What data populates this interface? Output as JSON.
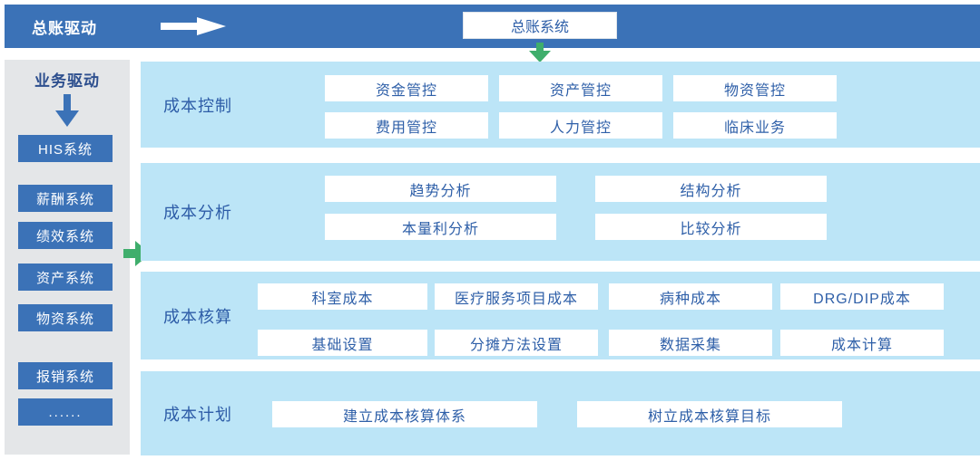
{
  "top_bar": {
    "title": "总账驱动",
    "system_box": "总账系统"
  },
  "sidebar": {
    "title": "业务驱动",
    "items": [
      "HIS系统",
      "薪酬系统",
      "绩效系统",
      "资产系统",
      "物资系统",
      "报销系统",
      "......"
    ]
  },
  "rows": [
    {
      "label": "成本控制",
      "boxes": [
        "资金管控",
        "资产管控",
        "物资管控",
        "费用管控",
        "人力管控",
        "临床业务"
      ]
    },
    {
      "label": "成本分析",
      "boxes": [
        "趋势分析",
        "结构分析",
        "本量利分析",
        "比较分析"
      ]
    },
    {
      "label": "成本核算",
      "boxes": [
        "科室成本",
        "医疗服务项目成本",
        "病种成本",
        "DRG/DIP成本",
        "基础设置",
        "分摊方法设置",
        "数据采集",
        "成本计算"
      ]
    },
    {
      "label": "成本计划",
      "boxes": [
        "建立成本核算体系",
        "树立成本核算目标"
      ]
    }
  ],
  "icons": [
    "right-arrow-white",
    "down-arrow-green",
    "down-arrow-blue",
    "right-arrow-green"
  ],
  "colors": {
    "bar_blue": "#3b72b7",
    "row_light_blue": "#bce5f7",
    "sidebar_gray": "#e4e6e8",
    "box_text_blue": "#2e5fa8",
    "sidebar_title_blue": "#2d4f8e",
    "arrow_green": "#3fae6c",
    "white": "#ffffff"
  }
}
